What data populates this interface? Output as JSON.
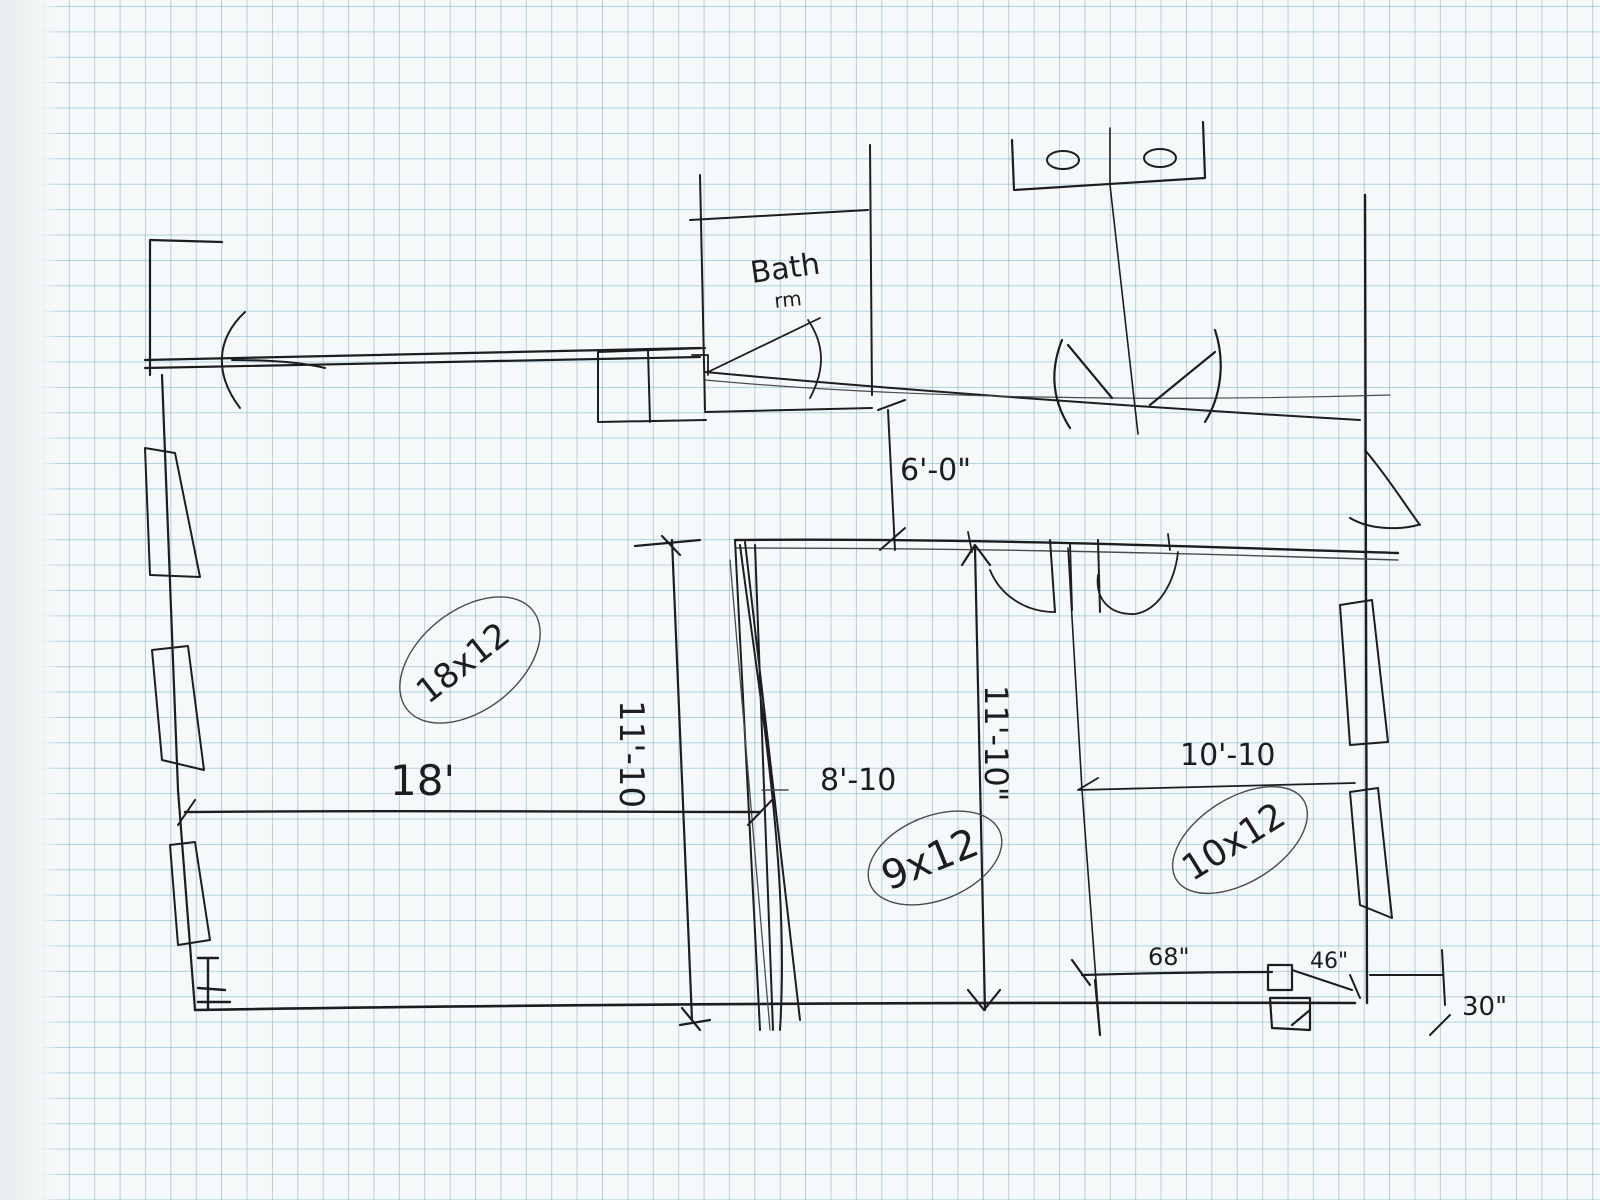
{
  "rooms": {
    "left_room": {
      "area_label": "18x12",
      "width_label": "18'",
      "depth_label": "11'-10"
    },
    "middle_room": {
      "area_label": "9x12",
      "width_label": "8'-10",
      "depth_label": "11'-10\""
    },
    "right_room": {
      "area_label": "10x12",
      "width_label": "10'-10"
    }
  },
  "bath": {
    "label": "Bath",
    "sub_label": "rm"
  },
  "dimensions": {
    "hallway_width": "6'-0\"",
    "closet_width": "68\"",
    "heater_width": "46\"",
    "offset": "30\""
  },
  "colors": {
    "ink": "#1d1d1f",
    "grid": "#78afc8",
    "paper": "#f6f9fa"
  }
}
